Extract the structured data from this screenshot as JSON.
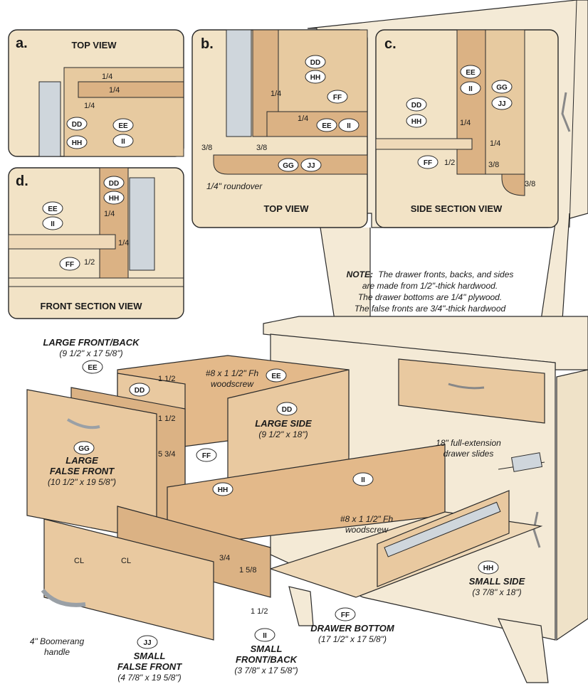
{
  "panels": {
    "a": {
      "letter": "a.",
      "title": "TOP VIEW",
      "dims": [
        "1/4",
        "1/4",
        "1/4"
      ],
      "codes": [
        "DD",
        "HH",
        "EE",
        "II"
      ]
    },
    "b": {
      "letter": "b.",
      "title": "TOP VIEW",
      "dims": [
        "1/4",
        "1/4",
        "3/8",
        "3/8"
      ],
      "codes": [
        "DD",
        "HH",
        "FF",
        "EE",
        "II",
        "GG",
        "JJ"
      ],
      "note": "1/4\" roundover"
    },
    "c": {
      "letter": "c.",
      "title": "SIDE SECTION VIEW",
      "dims": [
        "1/4",
        "1/4",
        "1/2",
        "3/8",
        "3/8"
      ],
      "codes": [
        "EE",
        "II",
        "GG",
        "JJ",
        "DD",
        "HH",
        "FF"
      ]
    },
    "d": {
      "letter": "d.",
      "title": "FRONT SECTION VIEW",
      "dims": [
        "1/4",
        "1/4",
        "1/2"
      ],
      "codes": [
        "DD",
        "HH",
        "EE",
        "II",
        "FF"
      ]
    }
  },
  "note": {
    "bold": "NOTE:",
    "line1": "The drawer fronts, backs, and sides",
    "line2": "are made from 1/2\"-thick hardwood.",
    "line3": "The drawer bottoms are 1/4\" plywood.",
    "line4": "The false fronts are 3/4\"-thick hardwood"
  },
  "parts": {
    "large_front_back": {
      "name": "LARGE FRONT/BACK",
      "size": "(9 1/2\" x 17 5/8\")",
      "code": "EE"
    },
    "large_side": {
      "name": "LARGE SIDE",
      "size": "(9 1/2\" x 18\")",
      "code": "DD"
    },
    "large_false_front": {
      "line1": "LARGE",
      "line2": "FALSE FRONT",
      "size": "(10 1/2\" x 19 5/8\")",
      "code": "GG"
    },
    "small_side": {
      "name": "SMALL SIDE",
      "size": "(3 7/8\" x 18\")",
      "code": "HH"
    },
    "drawer_bottom": {
      "name": "DRAWER BOTTOM",
      "size": "(17 1/2\" x 17 5/8\")",
      "code": "FF"
    },
    "small_front_back": {
      "line1": "SMALL",
      "line2": "FRONT/BACK",
      "size": "(3 7/8\" x 17 5/8\")",
      "code": "II"
    },
    "small_false_front": {
      "line1": "SMALL",
      "line2": "FALSE FRONT",
      "size": "(4 7/8\" x 19 5/8\")",
      "code": "JJ"
    }
  },
  "callouts": {
    "screw_top": {
      "line1": "#8 x 1 1/2\" Fh",
      "line2": "woodscrew"
    },
    "screw_bottom": {
      "line1": "#8 x 1 1/2\" Fh",
      "line2": "woodscrew"
    },
    "slides": {
      "line1": "18\" full-extension",
      "line2": "drawer slides"
    },
    "handle": {
      "line1": "4\" Boomerang",
      "line2": "handle"
    }
  },
  "dimensions": {
    "d_1_5": "1 1/2",
    "d_1_5b": "1 1/2",
    "d_5_75": "5 3/4",
    "d_0_75": "3/4",
    "d_1_625": "1 5/8",
    "d_1_5c": "1 1/2"
  },
  "centerline_marks": [
    "CL",
    "CL"
  ],
  "colors": {
    "wood": "#e9c9a0",
    "wood_dark": "#c9996a",
    "cabinet": "#f4ead6",
    "panel_bg": "#f2e3c6",
    "line": "#2a2a2a"
  }
}
